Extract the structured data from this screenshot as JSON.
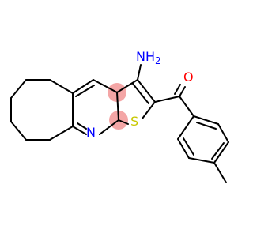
{
  "molecule": {
    "colors": {
      "carbon_bond": "#000000",
      "nitrogen": "#0000ff",
      "sulfur": "#c8c800",
      "oxygen": "#ff0000",
      "aromatic_highlight": "#f4a6a6",
      "background": "#ffffff"
    },
    "labels": {
      "amine_main": "NH",
      "amine_sub": "2",
      "oxygen": "O",
      "nitrogen": "N",
      "sulfur": "S"
    }
  }
}
